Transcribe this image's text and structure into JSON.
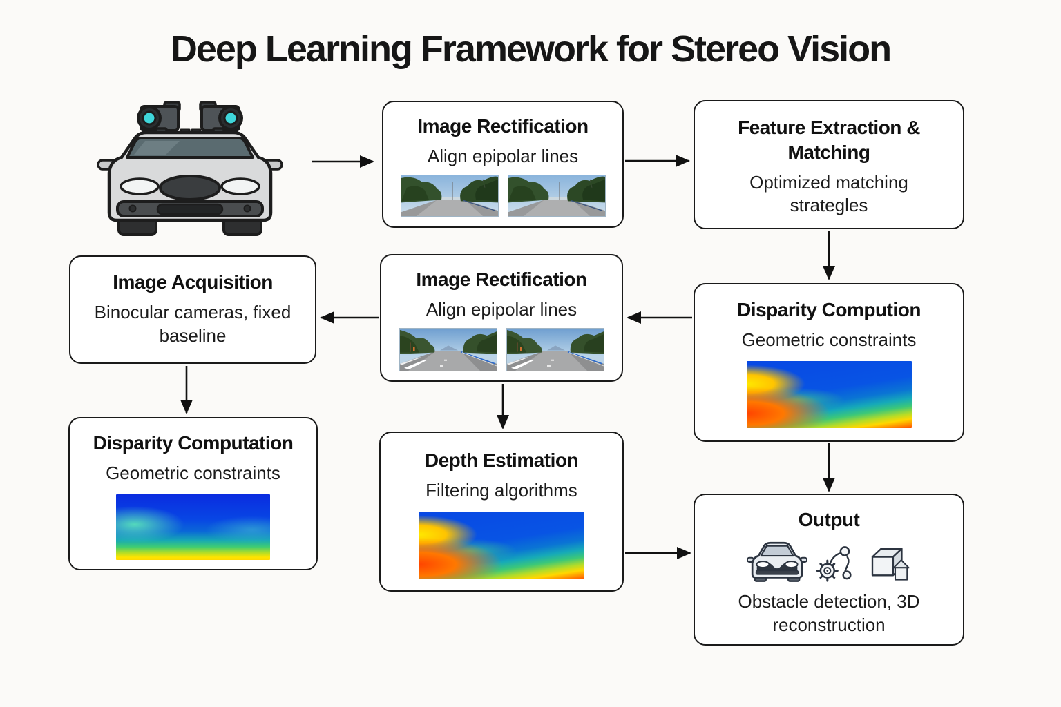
{
  "title": "Deep Learning Framework for Stereo Vision",
  "nodes": {
    "image_rectification_top": {
      "title": "Image Rectification",
      "subtitle": "Align epipolar lines"
    },
    "feature_extraction": {
      "title": "Feature Extraction & Matching",
      "subtitle": "Optimized matching strategles"
    },
    "image_acquisition": {
      "title": "Image Acquisition",
      "subtitle": "Binocular cameras, fixed baseline"
    },
    "image_rectification_mid": {
      "title": "Image Rectification",
      "subtitle": "Align epipolar lines"
    },
    "disparity_computation_right": {
      "title": "Disparity Compution",
      "subtitle": "Geometric constraints"
    },
    "disparity_computation_left": {
      "title": "Disparity Computation",
      "subtitle": "Geometric constraints"
    },
    "depth_estimation": {
      "title": "Depth Estimation",
      "subtitle": "Filtering algorithms"
    },
    "output": {
      "title": "Output",
      "subtitle": "Obstacle detection, 3D reconstruction"
    }
  },
  "edges": [
    {
      "from": "stereo-camera-car",
      "to": "image_rectification_top"
    },
    {
      "from": "image_rectification_top",
      "to": "feature_extraction"
    },
    {
      "from": "feature_extraction",
      "to": "disparity_computation_right"
    },
    {
      "from": "disparity_computation_right",
      "to": "image_rectification_mid"
    },
    {
      "from": "image_rectification_mid",
      "to": "image_acquisition"
    },
    {
      "from": "image_acquisition",
      "to": "disparity_computation_left"
    },
    {
      "from": "image_rectification_mid",
      "to": "depth_estimation"
    },
    {
      "from": "depth_estimation",
      "to": "output"
    },
    {
      "from": "disparity_computation_right",
      "to": "output"
    }
  ],
  "illustrations": {
    "stereo_camera_car": "front view car with two roof-mounted stereo cameras",
    "road_image_pair": "rectified left/right road photographs",
    "disparity_map": "jet colormap disparity image",
    "output_icons": [
      "car-icon",
      "gear-pipeline-icon",
      "cube-3d-reconstruction-icon"
    ]
  },
  "colors": {
    "background": "#fbfaf8",
    "box_border": "#1a1a1a",
    "text": "#111111",
    "camera_lens_cyan": "#3fd6da",
    "disparity_blue": "#0848e4",
    "disparity_yellow": "#ffd800",
    "disparity_red": "#ff4400"
  }
}
